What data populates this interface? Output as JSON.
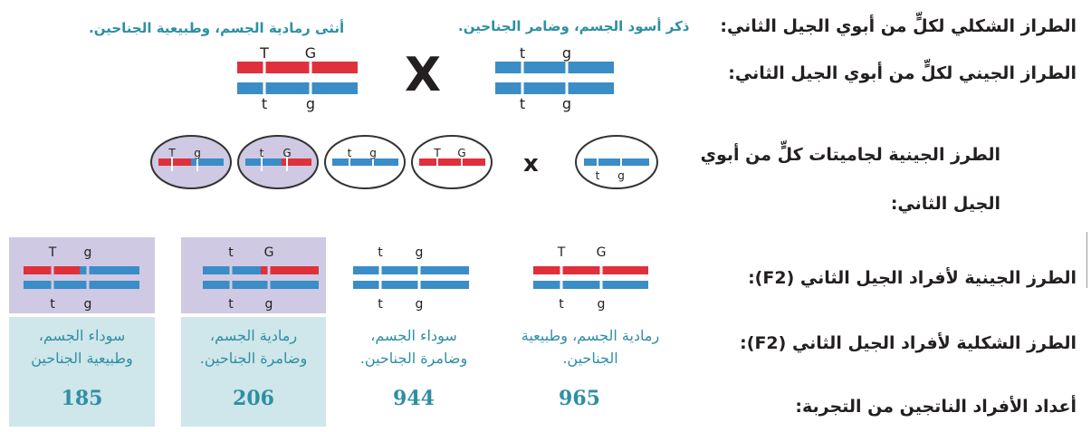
{
  "row_labels": {
    "parents_phenotype": "الطراز الشكلي لكلٍّ من أبوي الجيل الثاني:",
    "parents_genotype": "الطراز الجيني لكلٍّ من أبوي الجيل الثاني:",
    "gametes_line1": "الطرز الجينية لجاميتات كلٍّ من أبوي",
    "gametes_line2": "الجيل الثاني:",
    "f2_genotypes": "الطرز الجينية لأفراد الجيل الثاني (F2):",
    "f2_phenotypes": "الطرز الشكلية لأفراد الجيل الثاني (F2):",
    "offspring_counts": "أعداد الأفراد الناتجين من التجربة:"
  },
  "parents": {
    "male_description": "ذكر أسود الجسم، وضامر الجناحين.",
    "female_description": "أنثى رمادية الجسم، وطبيعية الجناحين.",
    "cross_symbol": "X"
  },
  "gametes_cross_symbol": "x",
  "alleles": {
    "female_top": [
      "T",
      "G"
    ],
    "female_bottom": [
      "t",
      "g"
    ],
    "male_top": [
      "t",
      "g"
    ],
    "male_bottom": [
      "t",
      "g"
    ],
    "gamete_1": [
      "T",
      "g"
    ],
    "gamete_2": [
      "t",
      "G"
    ],
    "gamete_3": [
      "t",
      "g"
    ],
    "gamete_4": [
      "T",
      "G"
    ],
    "male_gamete": [
      "t",
      "g"
    ],
    "f2_1_top": [
      "T",
      "g"
    ],
    "f2_1_bottom": [
      "t",
      "g"
    ],
    "f2_2_top": [
      "t",
      "G"
    ],
    "f2_2_bottom": [
      "t",
      "g"
    ],
    "f2_3_top": [
      "t",
      "g"
    ],
    "f2_3_bottom": [
      "t",
      "g"
    ],
    "f2_4_top": [
      "T",
      "G"
    ],
    "f2_4_bottom": [
      "t",
      "g"
    ]
  },
  "f2": [
    {
      "line1": "سوداء الجسم،",
      "line2": "وطبيعية الجناحين",
      "line3": "",
      "count": "185"
    },
    {
      "line1": "رمادية الجسم،",
      "line2": "وضامرة الجناحين.",
      "line3": "",
      "count": "206"
    },
    {
      "line1": "سوداء الجسم،",
      "line2": "وضامرة الجناحين.",
      "line3": "",
      "count": "944"
    },
    {
      "line1": "رمادية الجسم، وطبيعية",
      "line2": "الجناحين.",
      "line3": "",
      "count": "965"
    }
  ],
  "colors": {
    "red": "#e0303b",
    "blue": "#3a8dc6",
    "text_teal": "#2e8fa3",
    "shade_purple": "#cfc9e3",
    "shade_teal": "#cfe6ea"
  }
}
